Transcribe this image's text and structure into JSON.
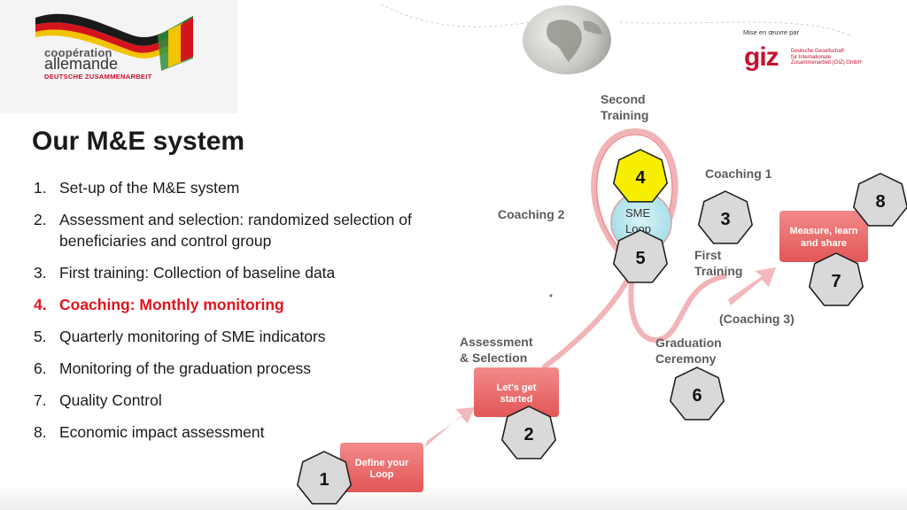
{
  "logo": {
    "line1": "coopération",
    "line2": "allemande",
    "line3": "DEUTSCHE ZUSAMMENARBEIT",
    "flag_colors": [
      "#1a1a1a",
      "#d4141c",
      "#f2c300",
      "#2f8f3b"
    ]
  },
  "giz": {
    "caption": "Mise en œuvre par",
    "brand": "giz",
    "sub1": "Deutsche Gesellschaft",
    "sub2": "für Internationale",
    "sub3": "Zusammenarbeit (GIZ) GmbH",
    "color": "#c8102e"
  },
  "title": "Our M&E system",
  "items": [
    {
      "num": "1.",
      "text": "Set-up of the M&E system"
    },
    {
      "num": "2.",
      "text": "Assessment and selection: randomized selection of beneficiaries and control group"
    },
    {
      "num": "3.",
      "text": "First training: Collection of baseline data"
    },
    {
      "num": "4.",
      "text": "Coaching: Monthly monitoring"
    },
    {
      "num": "5.",
      "text": "Quarterly monitoring of SME indicators"
    },
    {
      "num": "6.",
      "text": "Monitoring of the graduation process"
    },
    {
      "num": "7.",
      "text": "Quality Control"
    },
    {
      "num": "8.",
      "text": "Economic impact assessment"
    }
  ],
  "active_item": 4,
  "diagram": {
    "labels": {
      "second_training_1": "Second",
      "second_training_2": "Training",
      "coaching1": "Coaching 1",
      "coaching2": "Coaching 2",
      "first_training_1": "First",
      "first_training_2": "Training",
      "coaching3": "(Coaching 3)",
      "graduation_1": "Graduation",
      "graduation_2": "Ceremony",
      "assessment_1": "Assessment",
      "assessment_2": "& Selection"
    },
    "boxes": {
      "define_1": "Define your",
      "define_2": "Loop",
      "started_1": "Let's get",
      "started_2": "started",
      "measure_1": "Measure, learn",
      "measure_2": "and share"
    },
    "sme_1": "SME",
    "sme_2": "Loop",
    "hexagons": [
      "1",
      "2",
      "3",
      "4",
      "5",
      "6",
      "7",
      "8"
    ],
    "highlight_color": "#f7ee00",
    "accent_color": "#e4131c",
    "box_color": "#ef6d6d"
  }
}
